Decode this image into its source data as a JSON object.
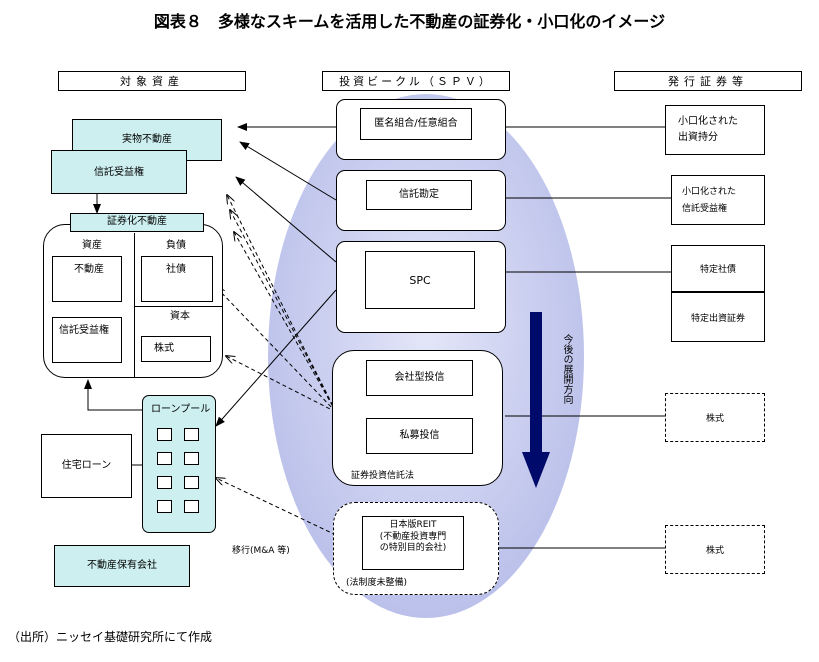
{
  "title": "図表８　多様なスキームを活用した不動産の証券化・小口化のイメージ",
  "headers": {
    "assets": "対象資産",
    "vehicle": "投資ビークル（ＳＰＶ）",
    "securities": "発行証券等"
  },
  "assets": {
    "real_estate": "実物不動産",
    "trust_beneficiary": "信託受益権",
    "securitized": "証券化不動産",
    "asset_col": "資産",
    "liability_col": "負債",
    "capital": "資本",
    "property": "不動産",
    "trust_rights": "信託受益権",
    "bonds": "社債",
    "shares": "株式",
    "loan_pool": "ローンプール",
    "housing_loan": "住宅ローン",
    "holding_company": "不動産保有会社"
  },
  "vehicles": {
    "partnership": "匿名組合/任意組合",
    "trust": "信託勘定",
    "spc": "SPC",
    "corp_trust": "会社型投信",
    "private_trust": "私募投信",
    "securities_law": "証券投資信託法",
    "reit_title": "日本版REIT",
    "reit_desc_1": "(不動産投資専門",
    "reit_desc_2": "の特別目的会社)",
    "reit_note": "(法制度未整備)",
    "migration": "移行(M&A 等)",
    "direction": "今後の展開方向"
  },
  "securities": {
    "small_investment_1": "小口化された",
    "small_investment_2": "出資持分",
    "small_trust_1": "小口化された",
    "small_trust_2": "信託受益権",
    "specific_bonds": "特定社債",
    "specific_investment": "特定出資証券",
    "shares_1": "株式",
    "shares_2": "株式"
  },
  "footer": "（出所）ニッセイ基礎研究所にて作成"
}
